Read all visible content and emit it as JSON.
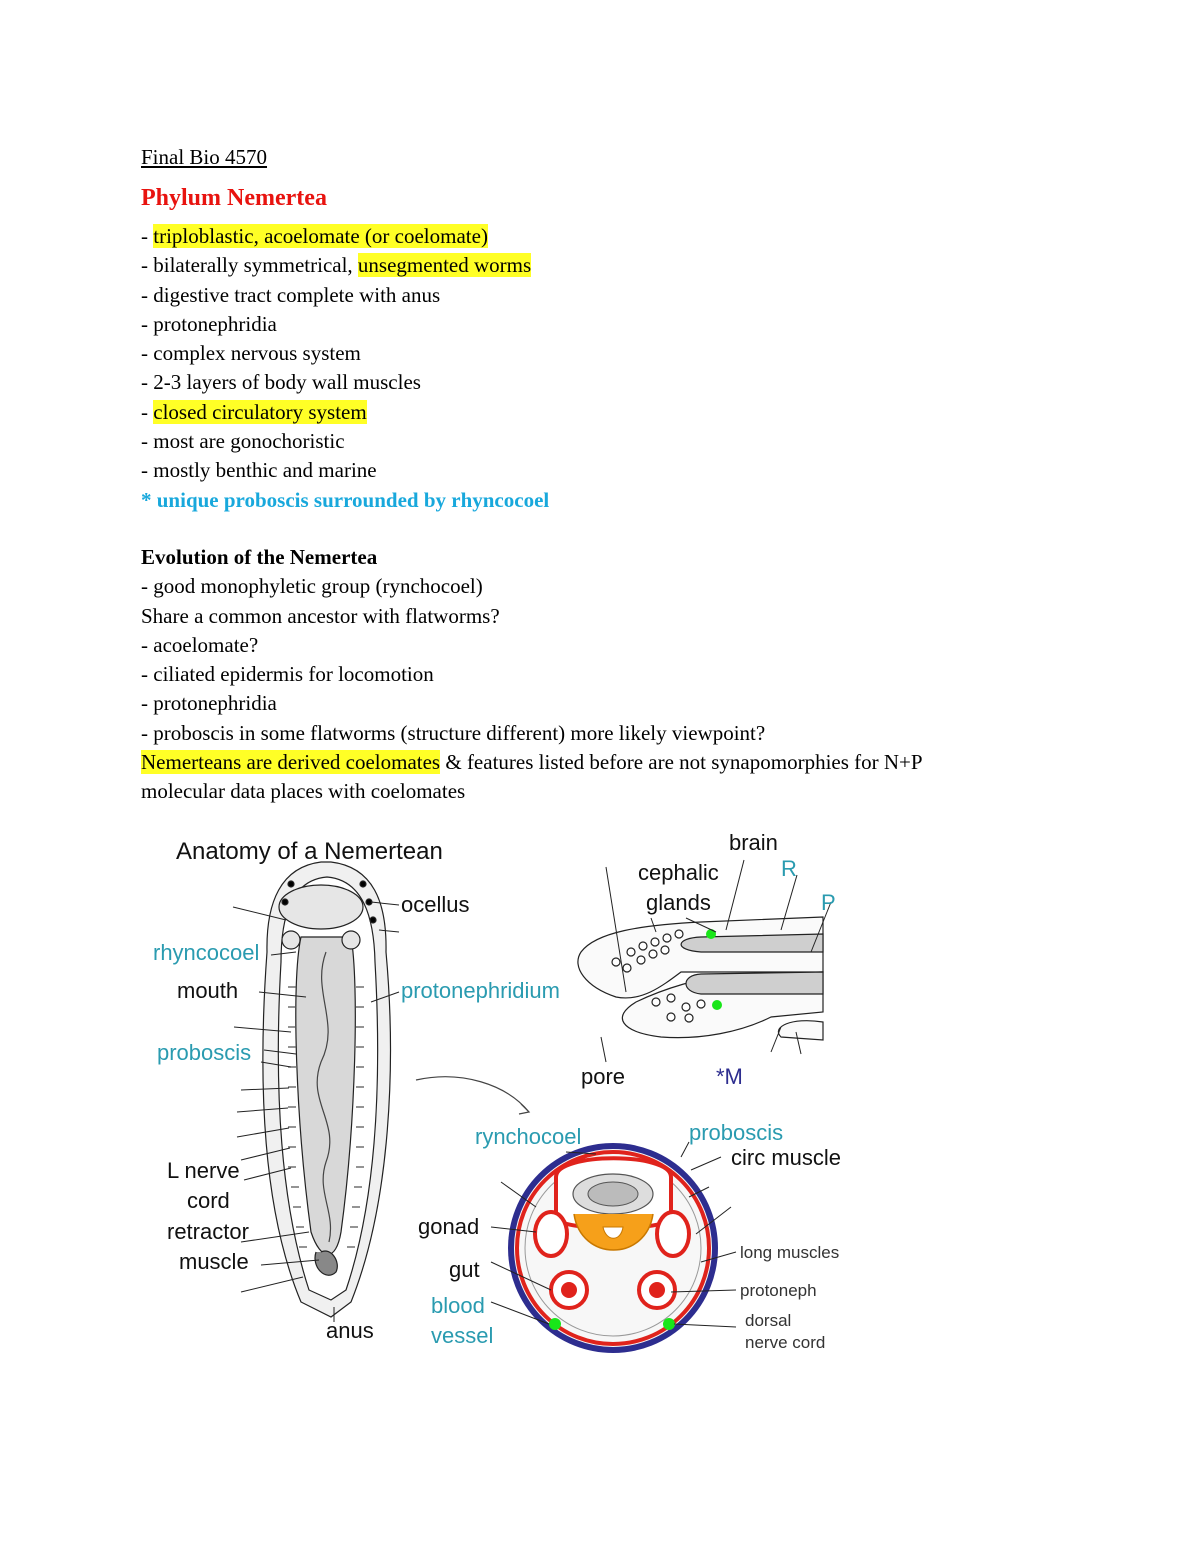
{
  "doc_title": "Final Bio 4570",
  "phylum_heading": "Phylum Nemertea",
  "features": [
    {
      "prefix": "- ",
      "highlight": "triploblastic, acoelomate (or coelomate)",
      "rest": ""
    },
    {
      "prefix": "- bilaterally symmetrical, ",
      "highlight": "unsegmented worms",
      "rest": ""
    },
    {
      "prefix": "- digestive tract complete with anus",
      "highlight": "",
      "rest": ""
    },
    {
      "prefix": "- protonephridia",
      "highlight": "",
      "rest": ""
    },
    {
      "prefix": "- complex nervous system",
      "highlight": "",
      "rest": ""
    },
    {
      "prefix": "- 2-3 layers of body wall muscles",
      "highlight": "",
      "rest": ""
    },
    {
      "prefix": "- ",
      "highlight": "closed circulatory system",
      "rest": ""
    },
    {
      "prefix": "- most are gonochoristic",
      "highlight": "",
      "rest": ""
    },
    {
      "prefix": "- mostly benthic and marine",
      "highlight": "",
      "rest": ""
    }
  ],
  "special_note": "* unique proboscis surrounded by rhyncocoel",
  "evolution": {
    "heading": "Evolution of the Nemertea",
    "lines": [
      "- good monophyletic group (rynchocoel)",
      "Share a common ancestor with flatworms?",
      "- acoelomate?",
      "- ciliated epidermis for locomotion",
      "- protonephridia",
      "- proboscis in some flatworms (structure different) more likely viewpoint?"
    ],
    "conclusion_highlight": "Nemerteans are derived coelomates",
    "conclusion_rest": " & features listed before are not synapomorphies for N+P",
    "last_line": "molecular data places with coelomates"
  },
  "figure": {
    "title": "Anatomy of a Nemertean",
    "labels": {
      "ocellus": "ocellus",
      "rhyncocoel": "rhyncocoel",
      "mouth": "mouth",
      "protonephridium": "protonephridium",
      "proboscis": "proboscis",
      "l_nerve_1": "L nerve",
      "l_nerve_2": "cord",
      "retractor_1": "retractor",
      "retractor_2": "muscle",
      "anus": "anus",
      "brain": "brain",
      "cephalic": "cephalic",
      "glands": "glands",
      "r": "R",
      "p": "P",
      "pore": "pore",
      "m": "*M",
      "rynchocoel": "rynchocoel",
      "proboscis2": "proboscis",
      "circ_muscles": "circ muscles",
      "gonad": "gonad",
      "gut": "gut",
      "blood": "blood",
      "vessel": "vessel",
      "long_muscles": "long muscles",
      "protoneph": "protoneph",
      "dorsal": "dorsal",
      "nerve_cord": "nerve cord"
    },
    "colors": {
      "teal": "#2a9bb0",
      "navy": "#2d2d8f",
      "red": "#e0231c",
      "orange": "#f6a01a",
      "green": "#19e619"
    }
  }
}
